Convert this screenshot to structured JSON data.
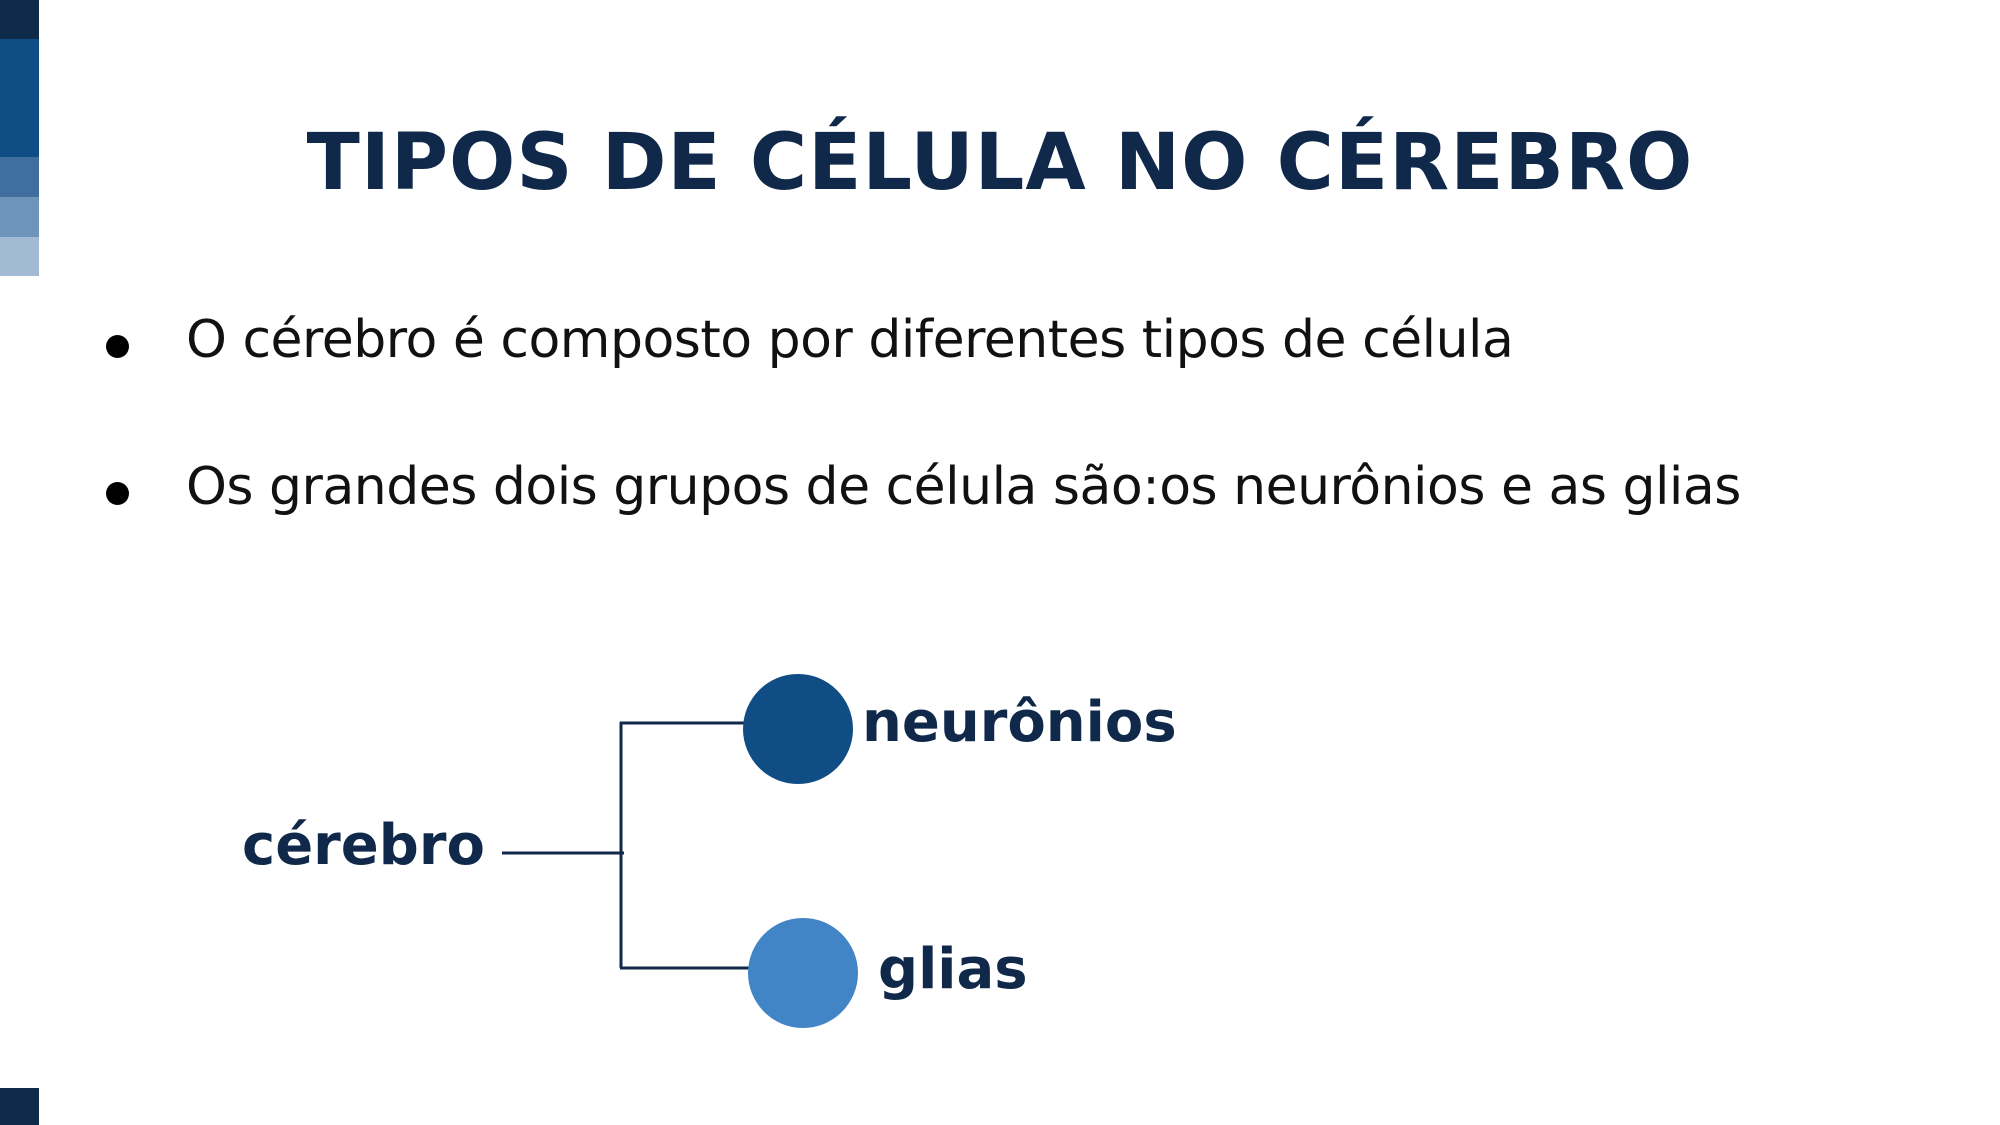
{
  "slide": {
    "title": "TIPOS DE CÉLULA NO CÉREBRO",
    "bullets": [
      "O cérebro é composto por diferentes tipos de célula",
      "Os grandes dois grupos de célula são:os neurônios e as glias"
    ]
  },
  "diagram": {
    "root": "cérebro",
    "children": [
      {
        "label": "neurônios",
        "color": "#104d85"
      },
      {
        "label": "glias",
        "color": "#4285c6"
      }
    ],
    "line_color": "#10294a"
  },
  "colors": {
    "title": "#10294a",
    "accent_dark": "#0f2b4b",
    "accent_mid": "#104d85",
    "accent_light": "#a2bad3"
  }
}
